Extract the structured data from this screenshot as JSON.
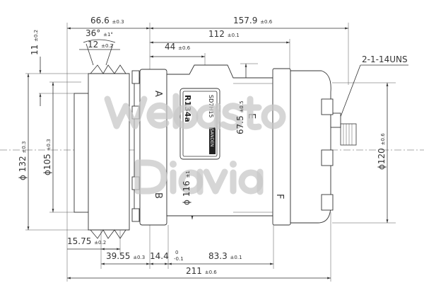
{
  "watermark": {
    "line1": "Webasto",
    "line2": "Diavia"
  },
  "label_plate": {
    "model": "SD7H15",
    "refrigerant": "R134a",
    "brand": "SANDEN"
  },
  "port_letters": [
    "A",
    "B",
    "E",
    "F"
  ],
  "thread_callout": "2-1-14UNS",
  "dimensions": {
    "d66_6": {
      "value": "66.6",
      "tol": "±0.3"
    },
    "d157_9": {
      "value": "157.9",
      "tol": "±0.6"
    },
    "d112": {
      "value": "112",
      "tol": "±0.1"
    },
    "d44": {
      "value": "44",
      "tol": "±0.6"
    },
    "angle36": {
      "value": "36°",
      "tol": "±1°"
    },
    "d12": {
      "value": "12",
      "tol": "±0.2"
    },
    "d11": {
      "value": "11",
      "tol": "±0.2"
    },
    "dia132": {
      "value": "ϕ 132",
      "tol": "±0.3"
    },
    "dia105": {
      "value": "ϕ105",
      "tol": "±0.3"
    },
    "dia116": {
      "value": "ϕ 116",
      "tol": "±1"
    },
    "d67_5": {
      "value": "67.5",
      "tol": "±0.5"
    },
    "dia120": {
      "value": "ϕ120",
      "tol": "±0.6"
    },
    "d15_75": {
      "value": "15.75",
      "tol": "±0.2"
    },
    "d39_55": {
      "value": "39.55",
      "tol": "±0.3"
    },
    "d14_4": {
      "value": "14.4",
      "tol_upper": "0",
      "tol_lower": "-0.1"
    },
    "d83_3": {
      "value": "83.3",
      "tol": "±0.1"
    },
    "d211": {
      "value": "211",
      "tol": "±0.6"
    }
  }
}
